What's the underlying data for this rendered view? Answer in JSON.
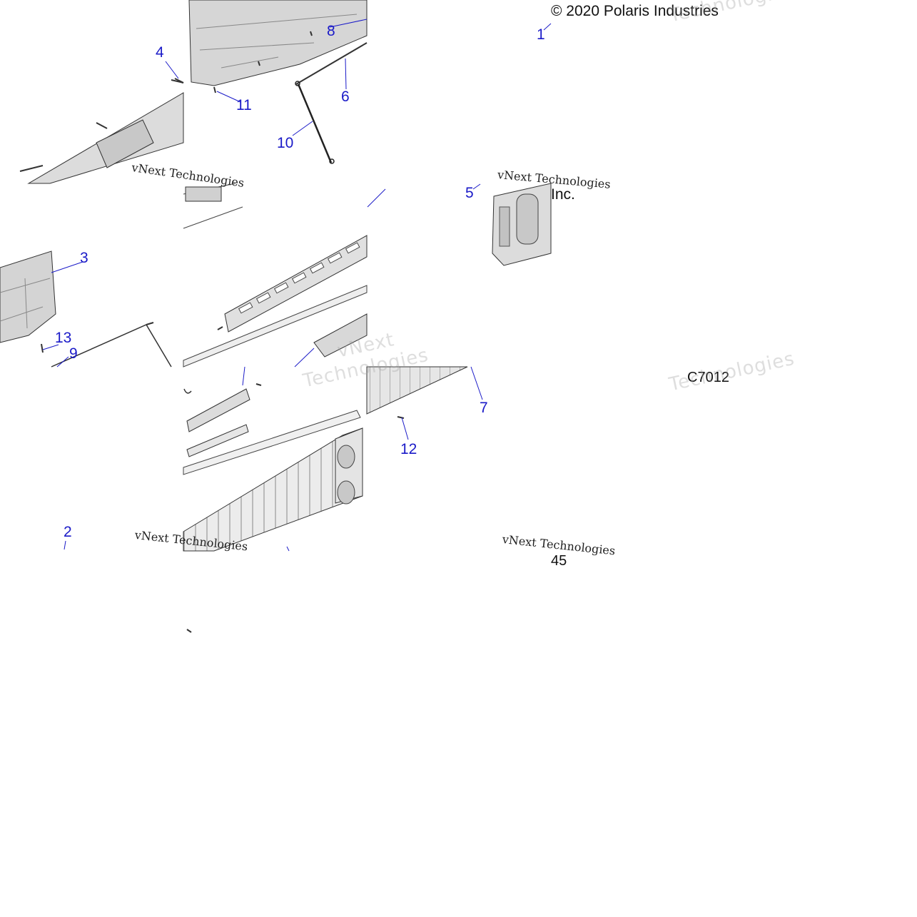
{
  "diagram": {
    "copyright_line": "© 2020 Polaris Industries",
    "copyright_suffix": "Inc.",
    "figure_code": "C7012",
    "figure_number": "45",
    "watermark_text": "vNext Technologies",
    "watermark_ghost_1": "vNext",
    "watermark_ghost_2": "Technologies",
    "callouts": [
      "1",
      "2",
      "3",
      "4",
      "5",
      "6",
      "7",
      "8",
      "9",
      "10",
      "11",
      "12",
      "13"
    ],
    "colors": {
      "callout": "#1a1ac8",
      "line": "#1a1ac8",
      "part_fill": "#d9d9d9",
      "part_stroke": "#333333"
    }
  }
}
